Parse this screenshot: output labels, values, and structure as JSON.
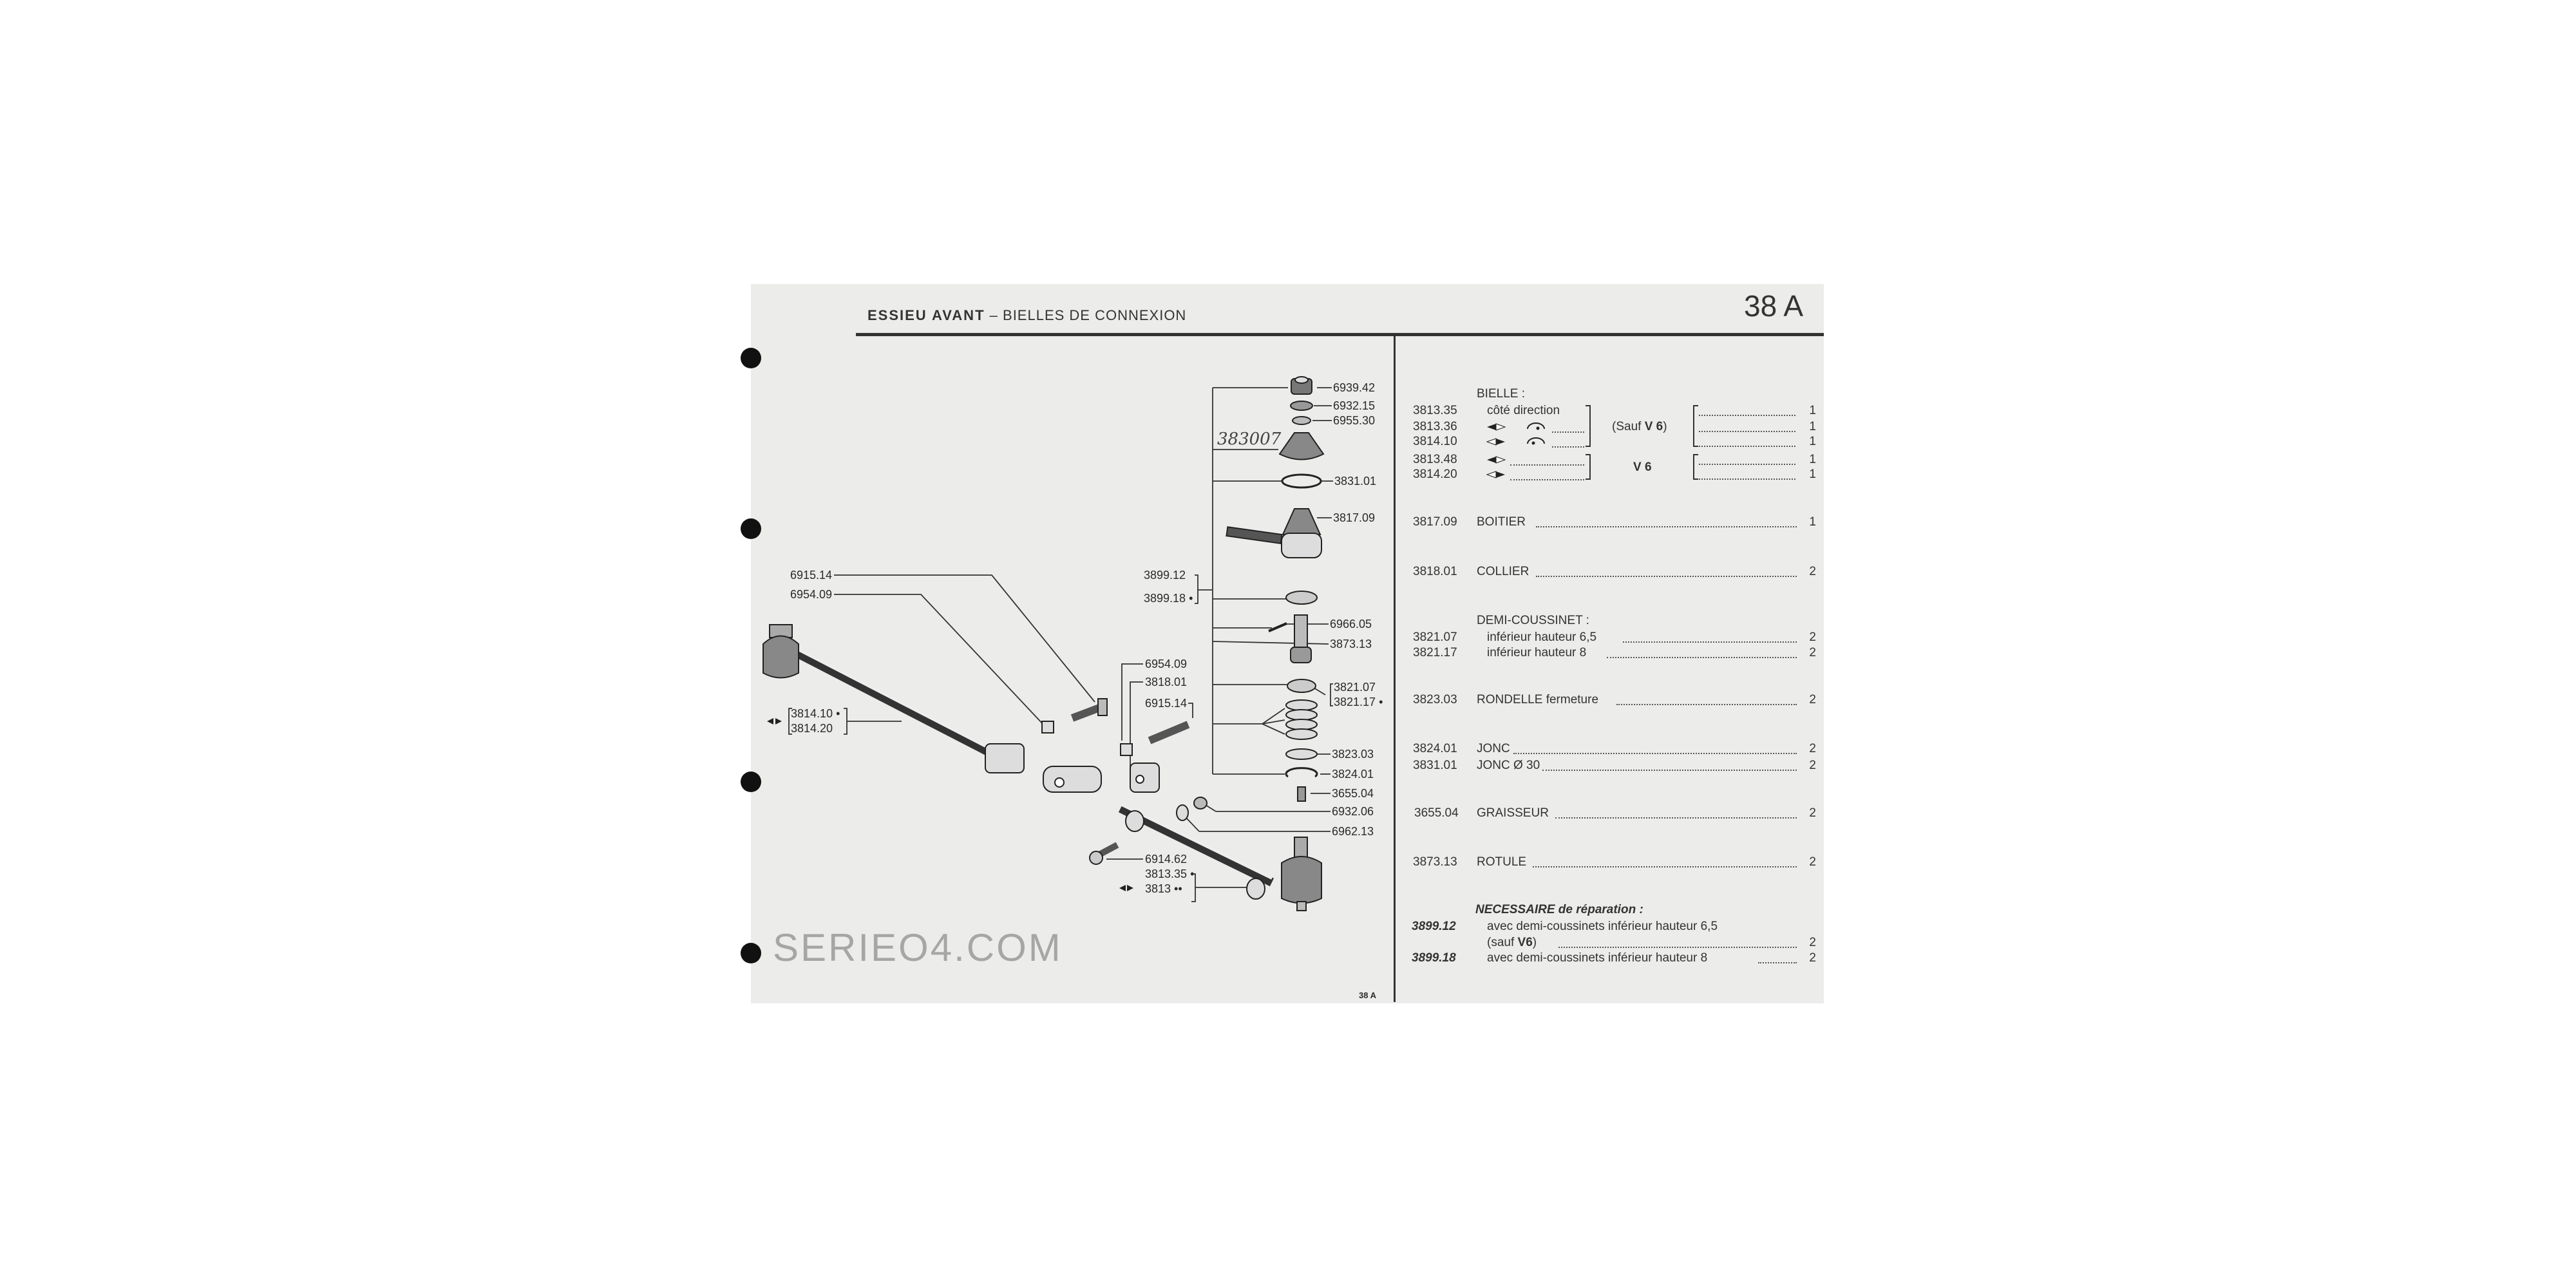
{
  "header": {
    "section_bold": "ESSIEU AVANT",
    "separator": "–",
    "subtitle": "BIELLES DE CONNEXION",
    "page_ref": "38 A"
  },
  "footer": {
    "page_ref": "38 A"
  },
  "watermark": "SERIEO4.COM",
  "handwritten_note": "383007",
  "diagram_labels": {
    "l6939_42": "6939.42",
    "l6932_15": "6932.15",
    "l6955_30": "6955.30",
    "l3831_01": "3831.01",
    "l3817_09": "3817.09",
    "l3899_12": "3899.12",
    "l3899_18": "3899.18 •",
    "l6966_05": "6966.05",
    "l3873_13": "3873.13",
    "l6954_09_mid": "6954.09",
    "l3818_01": "3818.01",
    "l6915_14_mid": "6915.14",
    "l3821_07": "3821.07",
    "l3821_17": "3821.17 •",
    "l3823_03": "3823.03",
    "l3824_01": "3824.01",
    "l3655_04": "3655.04",
    "l6932_06": "6932.06",
    "l6962_13": "6962.13",
    "l6914_62": "6914.62",
    "l3813_35": "3813.35 •",
    "l3813": "3813 ••",
    "l6915_14_left": "6915.14",
    "l6954_09_left": "6954.09",
    "l3814_10": "3814.10 •",
    "l3814_20": "3814.20"
  },
  "parts": {
    "bielle": {
      "heading": "BIELLE :",
      "rows": [
        {
          "ref": "3813.35",
          "desc": "côté direction",
          "qty": "1"
        },
        {
          "ref": "3813.36",
          "desc": "",
          "qty": "1"
        },
        {
          "ref": "3814.10",
          "desc": "",
          "qty": "1"
        },
        {
          "ref": "3813.48",
          "desc": "",
          "qty": "1"
        },
        {
          "ref": "3814.20",
          "desc": "",
          "qty": "1"
        }
      ],
      "group1_note_prefix": "(Sauf ",
      "group1_note_bold": "V 6",
      "group1_note_suffix": ")",
      "group2_note": "V 6"
    },
    "items": [
      {
        "ref": "3817.09",
        "desc": "BOITIER",
        "qty": "1"
      },
      {
        "ref": "3818.01",
        "desc": "COLLIER",
        "qty": "2"
      },
      {
        "ref": "3823.03",
        "desc": "RONDELLE fermeture",
        "qty": "2"
      },
      {
        "ref": "3824.01",
        "desc": "JONC",
        "qty": "2"
      },
      {
        "ref": "3831.01",
        "desc": "JONC Ø 30",
        "qty": "2"
      },
      {
        "ref": "3655.04",
        "desc": "GRAISSEUR",
        "qty": "2"
      },
      {
        "ref": "3873.13",
        "desc": "ROTULE",
        "qty": "2"
      }
    ],
    "demi_coussinet": {
      "heading": "DEMI-COUSSINET :",
      "rows": [
        {
          "ref": "3821.07",
          "desc": "inférieur hauteur 6,5",
          "qty": "2"
        },
        {
          "ref": "3821.17",
          "desc": "inférieur hauteur 8",
          "qty": "2"
        }
      ]
    },
    "necessaire": {
      "heading": "NECESSAIRE de réparation :",
      "rows": [
        {
          "ref": "3899.12",
          "desc": "avec demi-coussinets inférieur hauteur 6,5",
          "desc2_prefix": "(sauf ",
          "desc2_bold": "V6",
          "desc2_suffix": ")",
          "qty": "2"
        },
        {
          "ref": "3899.18",
          "desc": "avec demi-coussinets inférieur hauteur 8",
          "qty": "2"
        }
      ]
    }
  }
}
